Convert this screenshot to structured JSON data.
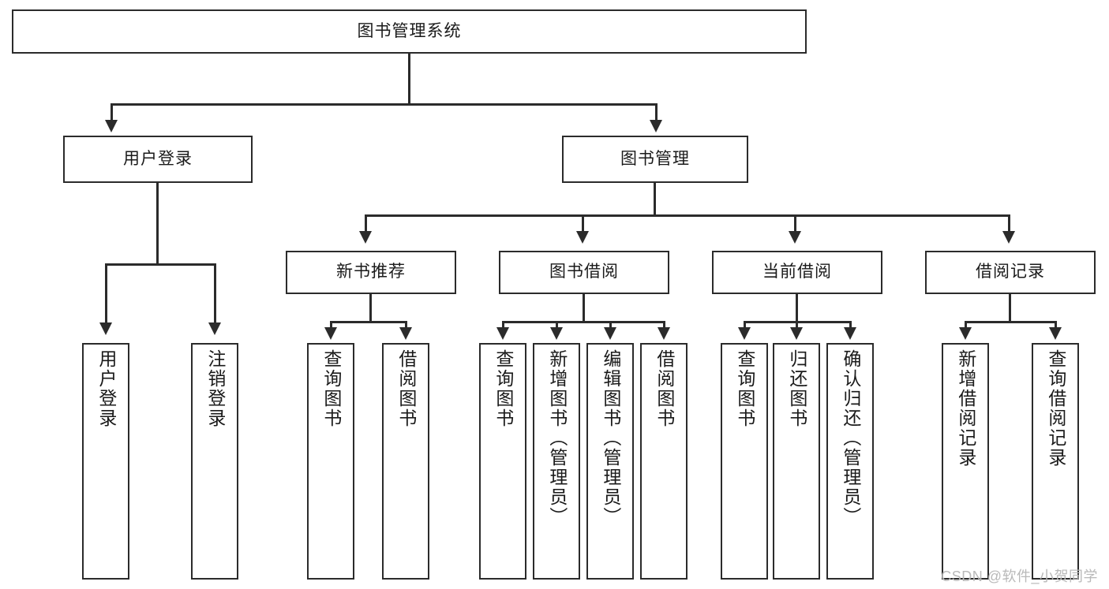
{
  "diagram": {
    "type": "tree-hierarchy",
    "title": "图书管理系统",
    "levels": [
      {
        "level": 1,
        "nodes": [
          {
            "id": "root",
            "label": "图书管理系统",
            "orientation": "horizontal"
          }
        ]
      },
      {
        "level": 2,
        "nodes": [
          {
            "id": "user-login",
            "label": "用户登录",
            "orientation": "horizontal",
            "parent": "root"
          },
          {
            "id": "book-manage",
            "label": "图书管理",
            "orientation": "horizontal",
            "parent": "root"
          }
        ]
      },
      {
        "level": 3,
        "nodes": [
          {
            "id": "new-book-rec",
            "label": "新书推荐",
            "orientation": "horizontal",
            "parent": "book-manage"
          },
          {
            "id": "book-borrow",
            "label": "图书借阅",
            "orientation": "horizontal",
            "parent": "book-manage"
          },
          {
            "id": "current-borrow",
            "label": "当前借阅",
            "orientation": "horizontal",
            "parent": "book-manage"
          },
          {
            "id": "borrow-record",
            "label": "借阅记录",
            "orientation": "horizontal",
            "parent": "book-manage"
          }
        ]
      },
      {
        "level": 4,
        "nodes": [
          {
            "id": "leaf-user-login",
            "label": "用户登录",
            "orientation": "vertical",
            "parent": "user-login"
          },
          {
            "id": "leaf-logout",
            "label": "注销登录",
            "orientation": "vertical",
            "parent": "user-login"
          },
          {
            "id": "leaf-query-book-1",
            "label": "查询图书",
            "orientation": "vertical",
            "parent": "new-book-rec"
          },
          {
            "id": "leaf-borrow-book-1",
            "label": "借阅图书",
            "orientation": "vertical",
            "parent": "new-book-rec"
          },
          {
            "id": "leaf-query-book-2",
            "label": "查询图书",
            "orientation": "vertical",
            "parent": "book-borrow"
          },
          {
            "id": "leaf-add-book",
            "label": "新增图书（管理员）",
            "orientation": "vertical",
            "parent": "book-borrow"
          },
          {
            "id": "leaf-edit-book",
            "label": "编辑图书（管理员）",
            "orientation": "vertical",
            "parent": "book-borrow"
          },
          {
            "id": "leaf-borrow-book-2",
            "label": "借阅图书",
            "orientation": "vertical",
            "parent": "book-borrow"
          },
          {
            "id": "leaf-query-book-3",
            "label": "查询图书",
            "orientation": "vertical",
            "parent": "current-borrow"
          },
          {
            "id": "leaf-return-book",
            "label": "归还图书",
            "orientation": "vertical",
            "parent": "current-borrow"
          },
          {
            "id": "leaf-confirm-return",
            "label": "确认归还（管理员）",
            "orientation": "vertical",
            "parent": "current-borrow"
          },
          {
            "id": "leaf-add-record",
            "label": "新增借阅记录",
            "orientation": "vertical",
            "parent": "borrow-record"
          },
          {
            "id": "leaf-query-record",
            "label": "查询借阅记录",
            "orientation": "vertical",
            "parent": "borrow-record"
          }
        ]
      }
    ]
  },
  "watermark": {
    "text": "CSDN @软件_小贺同学"
  },
  "colors": {
    "line": "#2b2b2b",
    "box_fill": "#ffffff",
    "text": "#1a1a1a",
    "watermark": "#b9b9b9"
  }
}
